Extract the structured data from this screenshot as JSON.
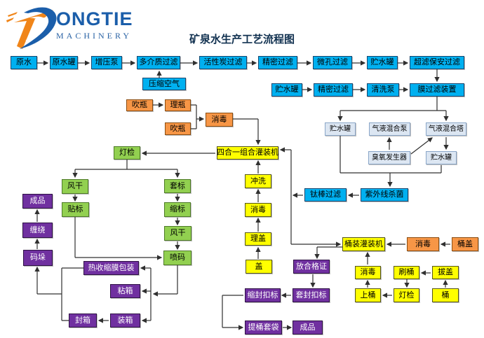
{
  "header": {
    "brand": "ONGTIE",
    "brand_full": "DONGTIE",
    "brand_subtitle": "MACHINERY",
    "title": "矿泉水生产工艺流程图"
  },
  "colors": {
    "cyan": "#00b0f0",
    "orange": "#f79646",
    "green": "#92d050",
    "yellow": "#ffff00",
    "purple": "#7030a0",
    "light": "#dce6f2",
    "line": "#303030",
    "brand_blue": "#1b5eaa",
    "brand_orange": "#f08519",
    "title_text": "#10304f"
  },
  "nodes": {
    "yuanshui": {
      "label": "原水",
      "type": "cyan"
    },
    "yuanshuiguan": {
      "label": "原水罐",
      "type": "cyan"
    },
    "zengyabeng": {
      "label": "增压泵",
      "type": "cyan"
    },
    "duojiezhi": {
      "label": "多介质过滤",
      "type": "cyan"
    },
    "yasuokongqi": {
      "label": "压缩空气",
      "type": "cyan"
    },
    "huoxingtan": {
      "label": "活性炭过滤",
      "type": "cyan"
    },
    "jingmiguolv1": {
      "label": "精密过滤",
      "type": "cyan"
    },
    "weikongguolv": {
      "label": "微孔过滤",
      "type": "cyan"
    },
    "zhushuiguan1": {
      "label": "贮水罐",
      "type": "cyan"
    },
    "chaolvbaoan": {
      "label": "超滤保安过滤",
      "type": "cyan"
    },
    "zhushuiguan2": {
      "label": "贮水罐",
      "type": "cyan"
    },
    "jingmiguolv2": {
      "label": "精密过滤",
      "type": "cyan"
    },
    "qingxibeng": {
      "label": "清洗泵",
      "type": "cyan"
    },
    "moguolv": {
      "label": "膜过滤装置",
      "type": "cyan"
    },
    "zhushuiguan3": {
      "label": "贮水罐",
      "type": "light"
    },
    "qiyehunhebeng": {
      "label": "气液混合泵",
      "type": "light"
    },
    "qiyehunheta": {
      "label": "气液混合塔",
      "type": "light"
    },
    "chouyangfashengqi": {
      "label": "臭氧发生器",
      "type": "light"
    },
    "zhushuiguan4": {
      "label": "贮水罐",
      "type": "light"
    },
    "taibangguolv": {
      "label": "钛棒过滤",
      "type": "cyan"
    },
    "ziwaixian": {
      "label": "紫外线杀菌",
      "type": "cyan"
    },
    "chuiping1": {
      "label": "吹瓶",
      "type": "orange"
    },
    "liping": {
      "label": "理瓶",
      "type": "orange"
    },
    "chuiping2": {
      "label": "吹瓶",
      "type": "orange"
    },
    "xiaodu_ping": {
      "label": "消毒",
      "type": "orange"
    },
    "sihe": {
      "label": "四合一组合灌装机",
      "type": "yellow"
    },
    "chongxi": {
      "label": "冲洗",
      "type": "yellow"
    },
    "xiaodu_gai": {
      "label": "消毒",
      "type": "yellow"
    },
    "ligai": {
      "label": "理盖",
      "type": "yellow"
    },
    "gai": {
      "label": "盖",
      "type": "yellow"
    },
    "dengjian1": {
      "label": "灯检",
      "type": "green"
    },
    "fenggan1": {
      "label": "风干",
      "type": "green"
    },
    "tiebiao": {
      "label": "贴标",
      "type": "green"
    },
    "taobiao": {
      "label": "套标",
      "type": "green"
    },
    "suobiao": {
      "label": "缩标",
      "type": "green"
    },
    "fenggan2": {
      "label": "风干",
      "type": "green"
    },
    "penma": {
      "label": "喷码",
      "type": "green"
    },
    "chengpin1": {
      "label": "成品",
      "type": "purple"
    },
    "chanrao": {
      "label": "缠绕",
      "type": "purple"
    },
    "maduo": {
      "label": "码垛",
      "type": "purple"
    },
    "reshousuo": {
      "label": "热收缩膜包装",
      "type": "purple"
    },
    "zhanxiang": {
      "label": "粘箱",
      "type": "purple"
    },
    "zhuangxiang": {
      "label": "装箱",
      "type": "purple"
    },
    "fengxiang": {
      "label": "封箱",
      "type": "purple"
    },
    "tongzhuang": {
      "label": "桶装灌装机",
      "type": "yellow"
    },
    "xiaodu_tonggai": {
      "label": "消毒",
      "type": "orange"
    },
    "tonggai": {
      "label": "桶盖",
      "type": "orange"
    },
    "xiaodu_tong": {
      "label": "消毒",
      "type": "yellow"
    },
    "shuatong": {
      "label": "刷桶",
      "type": "yellow"
    },
    "bagai": {
      "label": "拔盖",
      "type": "yellow"
    },
    "shangtong": {
      "label": "上桶",
      "type": "yellow"
    },
    "dengjian2": {
      "label": "灯检",
      "type": "yellow"
    },
    "tong": {
      "label": "桶",
      "type": "yellow"
    },
    "fanghegezheng": {
      "label": "放合格证",
      "type": "purple"
    },
    "taofengkou": {
      "label": "套封扣标",
      "type": "purple"
    },
    "suofengkou": {
      "label": "缩封扣标",
      "type": "purple"
    },
    "titongtaodai": {
      "label": "提桶套袋",
      "type": "purple"
    },
    "chengpin2": {
      "label": "成品",
      "type": "purple"
    }
  },
  "edges": [
    [
      "yuanshui",
      "yuanshuiguan"
    ],
    [
      "yuanshuiguan",
      "zengyabeng"
    ],
    [
      "zengyabeng",
      "duojiezhi"
    ],
    [
      "yasuokongqi",
      "duojiezhi"
    ],
    [
      "duojiezhi",
      "huoxingtan"
    ],
    [
      "huoxingtan",
      "jingmiguolv1"
    ],
    [
      "jingmiguolv1",
      "weikongguolv"
    ],
    [
      "weikongguolv",
      "zhushuiguan1"
    ],
    [
      "zhushuiguan1",
      "chaolvbaoan"
    ],
    [
      "chaolvbaoan",
      "moguolv"
    ],
    [
      "zhushuiguan2",
      "jingmiguolv2"
    ],
    [
      "jingmiguolv2",
      "qingxibeng"
    ],
    [
      "qingxibeng",
      "moguolv"
    ],
    [
      "moguolv",
      "zhushuiguan3"
    ],
    [
      "moguolv",
      "qiyehunheta"
    ],
    [
      "chouyangfashengqi",
      "qiyehunhebeng"
    ],
    [
      "chouyangfashengqi",
      "qiyehunheta"
    ],
    [
      "qiyehunheta",
      "zhushuiguan4"
    ],
    [
      "zhushuiguan3",
      "ziwaixian"
    ],
    [
      "zhushuiguan4",
      "ziwaixian"
    ],
    [
      "ziwaixian",
      "taibangguolv"
    ],
    [
      "taibangguolv",
      "sihe"
    ],
    [
      "taibangguolv",
      "tongzhuang"
    ],
    [
      "chuiping1",
      "liping"
    ],
    [
      "liping",
      "xiaodu_ping"
    ],
    [
      "chuiping2",
      "xiaodu_ping"
    ],
    [
      "xiaodu_ping",
      "sihe"
    ],
    [
      "gai",
      "ligai"
    ],
    [
      "ligai",
      "xiaodu_gai"
    ],
    [
      "xiaodu_gai",
      "chongxi"
    ],
    [
      "chongxi",
      "sihe"
    ],
    [
      "sihe",
      "dengjian1"
    ],
    [
      "dengjian1",
      "fenggan1"
    ],
    [
      "dengjian1",
      "taobiao"
    ],
    [
      "fenggan1",
      "tiebiao"
    ],
    [
      "tiebiao",
      "penma"
    ],
    [
      "taobiao",
      "suobiao"
    ],
    [
      "suobiao",
      "fenggan2"
    ],
    [
      "fenggan2",
      "penma"
    ],
    [
      "penma",
      "reshousuo"
    ],
    [
      "penma",
      "zhanxiang"
    ],
    [
      "penma",
      "zhuangxiang"
    ],
    [
      "zhuangxiang",
      "fengxiang"
    ],
    [
      "reshousuo",
      "maduo"
    ],
    [
      "fengxiang",
      "maduo"
    ],
    [
      "maduo",
      "chanrao"
    ],
    [
      "chanrao",
      "chengpin1"
    ],
    [
      "tong",
      "bagai"
    ],
    [
      "bagai",
      "shuatong"
    ],
    [
      "shuatong",
      "dengjian2"
    ],
    [
      "dengjian2",
      "shangtong"
    ],
    [
      "shangtong",
      "xiaodu_tong"
    ],
    [
      "xiaodu_tong",
      "tongzhuang"
    ],
    [
      "tonggai",
      "xiaodu_tonggai"
    ],
    [
      "xiaodu_tonggai",
      "tongzhuang"
    ],
    [
      "tongzhuang",
      "fanghegezheng"
    ],
    [
      "fanghegezheng",
      "taofengkou"
    ],
    [
      "taofengkou",
      "suofengkou"
    ],
    [
      "suofengkou",
      "titongtaodai"
    ],
    [
      "titongtaodai",
      "chengpin2"
    ]
  ]
}
